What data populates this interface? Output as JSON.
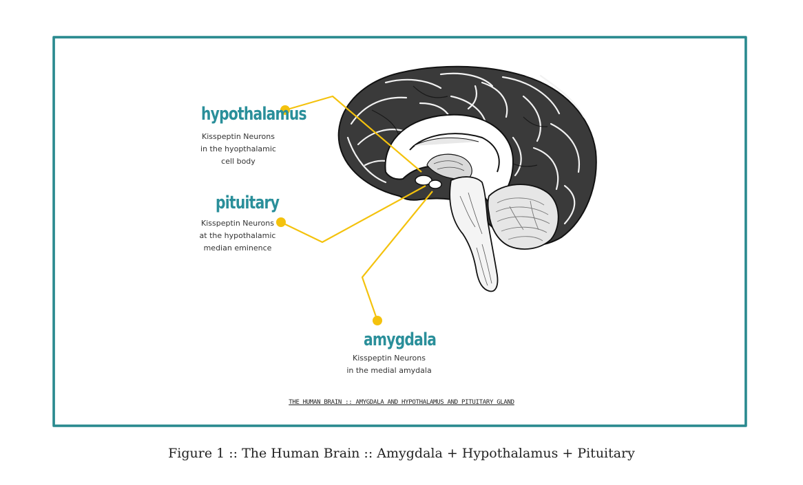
{
  "labels": {
    "hypothalamus": {
      "title": "hypothalamus",
      "lines": [
        "Kisspeptin Neurons",
        "in the hyopthalamic",
        "cell body"
      ]
    },
    "pituitary": {
      "title": "pituitary",
      "lines": [
        "Kisspeptin Neurons",
        "at the hypothalamic",
        "median eminence"
      ]
    },
    "amygdala": {
      "title": "amygdala",
      "lines": [
        "Kisspeptin Neurons",
        "in the medial amydala"
      ]
    }
  },
  "diagram_caption": "THE HUMAN BRAIN :: AMYGDALA AND HYPOTHALAMUS AND PITUITARY GLAND",
  "figure_caption": "Figure 1 :: The Human Brain :: Amygdala + Hypothalamus + Pituitary",
  "colors": {
    "frame": "#2a8a8f",
    "label_title": "#2a8f9a",
    "leader_line": "#f4c20d",
    "brain_ink": "#1a1a1a"
  },
  "icons": [
    "brain-illustration"
  ]
}
